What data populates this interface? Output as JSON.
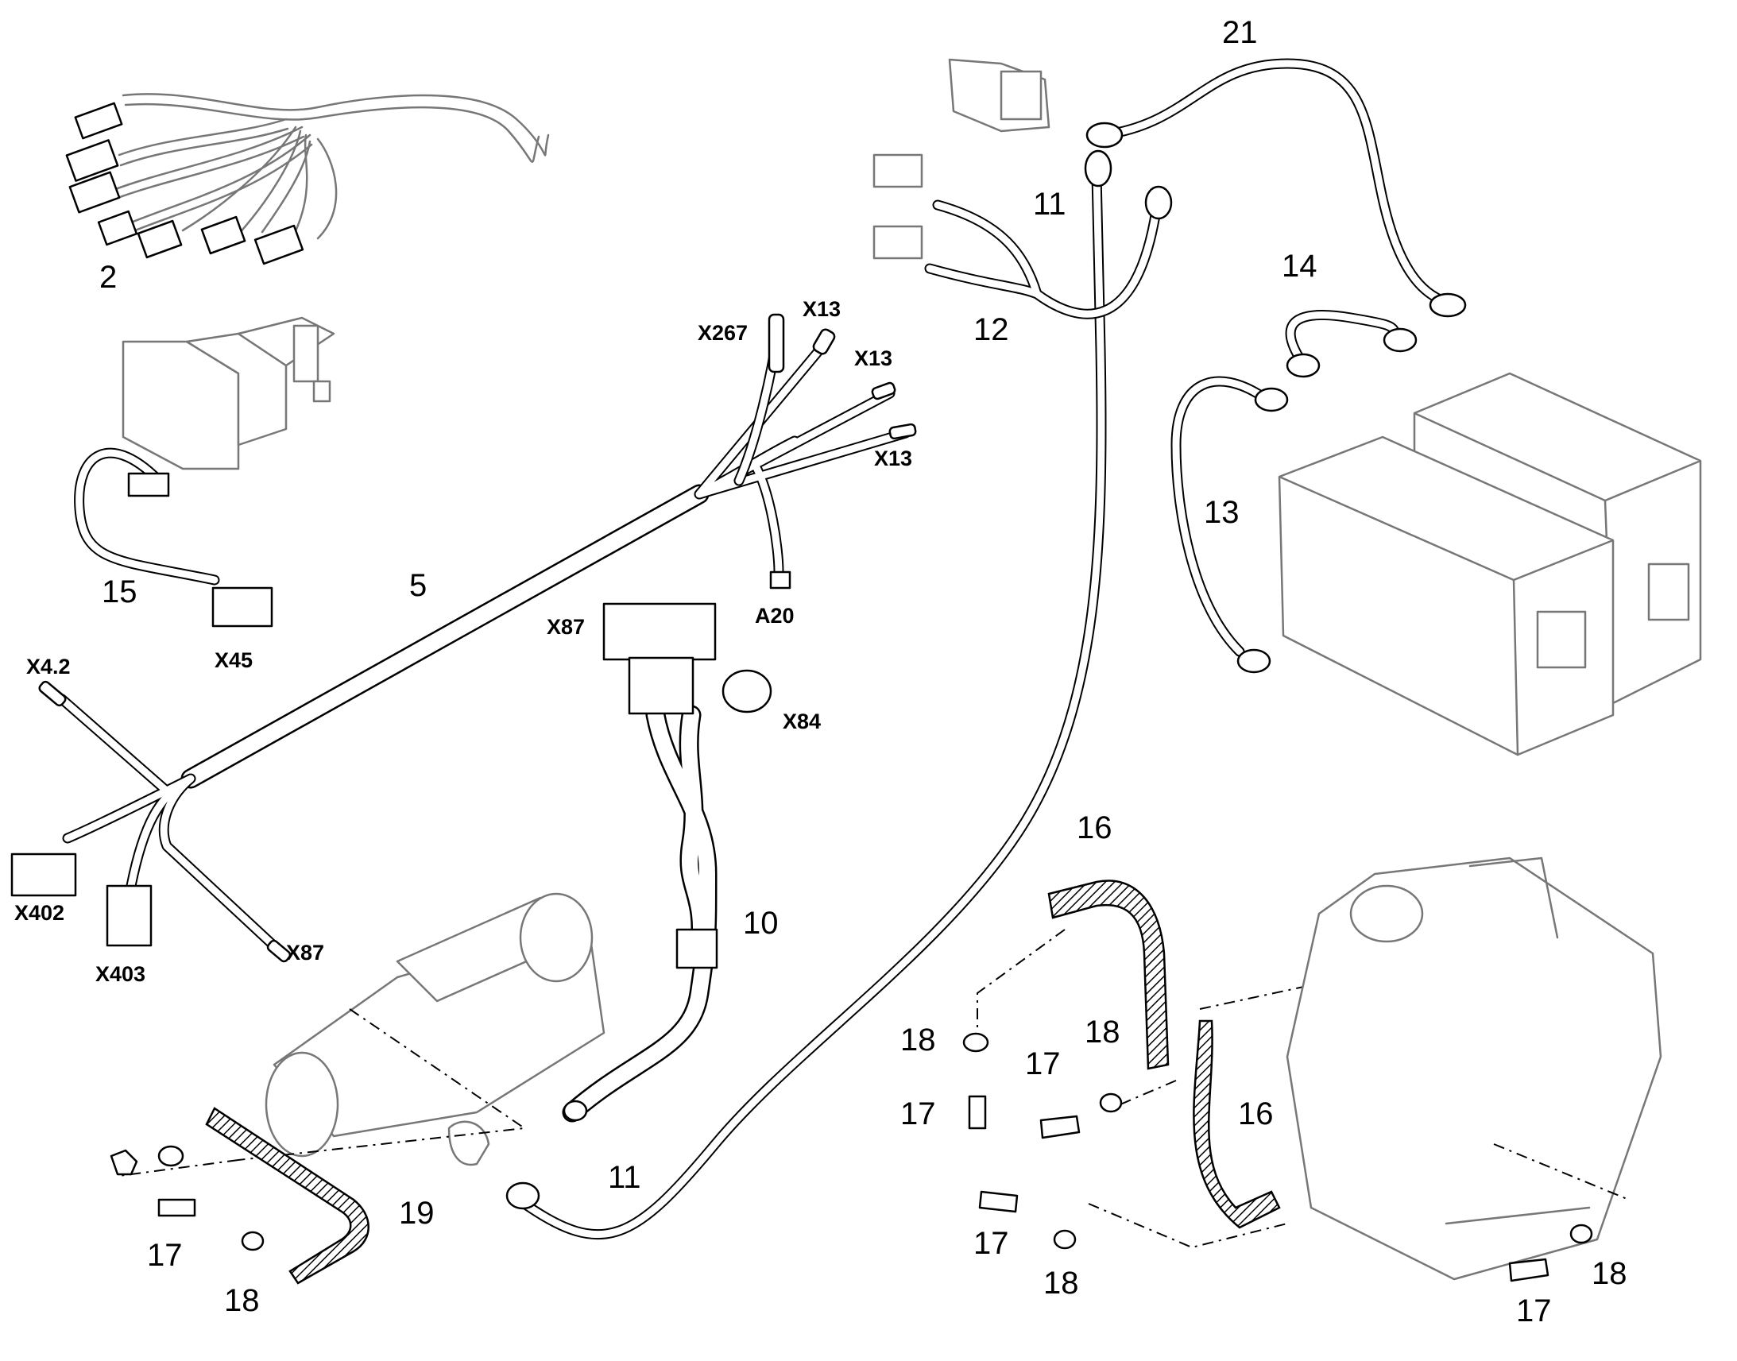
{
  "callouts": {
    "c2": "2",
    "c5": "5",
    "c10": "10",
    "c11a": "11",
    "c11b": "11",
    "c12": "12",
    "c13": "13",
    "c14": "14",
    "c15": "15",
    "c16a": "16",
    "c16b": "16",
    "c17a": "17",
    "c17b": "17",
    "c17c": "17",
    "c17d": "17",
    "c17e": "17",
    "c18a": "18",
    "c18b": "18",
    "c18c": "18",
    "c18d": "18",
    "c18e": "18",
    "c19": "19",
    "c21": "21"
  },
  "connectors": {
    "x267": "X267",
    "x13a": "X13",
    "x13b": "X13",
    "x13c": "X13",
    "a20": "A20",
    "x87a": "X87",
    "x84": "X84",
    "x45": "X45",
    "x42": "X4.2",
    "x402": "X402",
    "x403": "X403",
    "x87b": "X87"
  }
}
